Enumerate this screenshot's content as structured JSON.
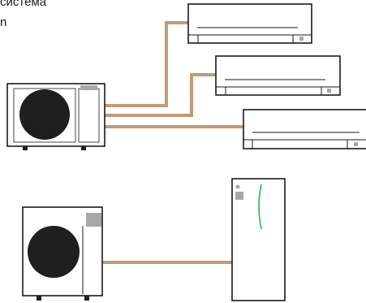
{
  "caption": {
    "line1": "система",
    "line2": "n"
  },
  "colors": {
    "pipe": "#c49a76",
    "outline": "#1a1a1a",
    "fan": "#1f1f1f",
    "panel": "#a8a8a8",
    "indicator": "#3dbb6a",
    "background": "#ffffff"
  },
  "diagram": {
    "multi_split_system": {
      "outdoor_unit": "outdoor-heat-pump-unit",
      "indoor_units": [
        "wall-mounted-indoor-unit",
        "wall-mounted-indoor-unit",
        "wall-mounted-indoor-unit"
      ]
    },
    "air_to_water_system": {
      "outdoor_unit": "outdoor-heat-pump-unit",
      "indoor_unit": "floor-standing-hydro-tank-unit"
    }
  }
}
